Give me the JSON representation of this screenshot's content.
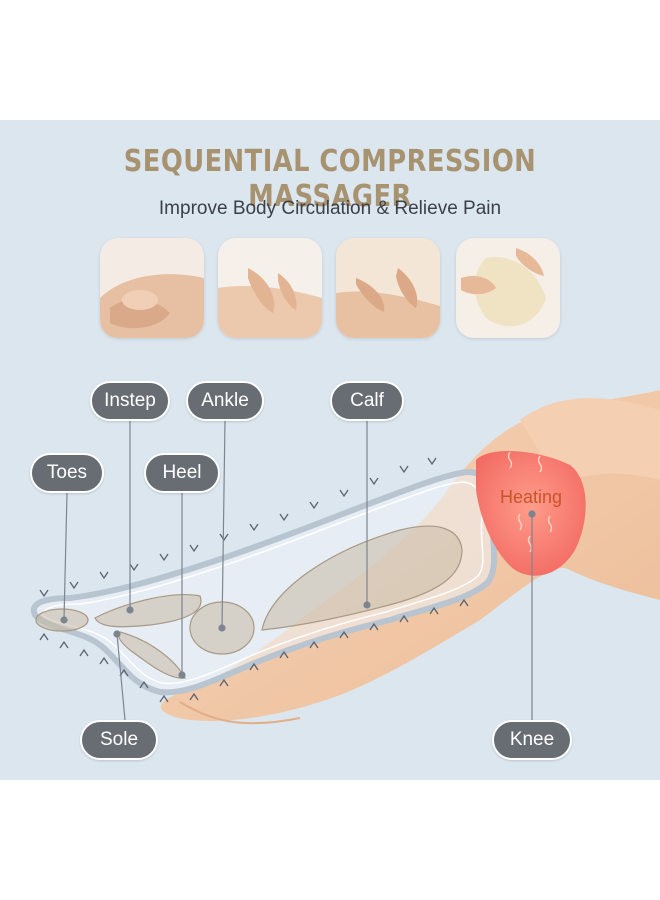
{
  "header": {
    "title": "SEQUENTIAL COMPRESSION MASSAGER",
    "subtitle": "Improve Body Circulation & Relieve Pain"
  },
  "photos": [
    {
      "icon": "foot-massage-photo"
    },
    {
      "icon": "calf-massage-photo"
    },
    {
      "icon": "leg-massage-photo"
    },
    {
      "icon": "knee-massage-photo"
    }
  ],
  "labels": {
    "toes": "Toes",
    "instep": "Instep",
    "ankle": "Ankle",
    "calf": "Calf",
    "heel": "Heel",
    "sole": "Sole",
    "knee": "Knee",
    "heating": "Heating"
  },
  "colors": {
    "title": "#a89370",
    "background": "#dbe6ef",
    "pill": "#686d73",
    "heating": "#c9542a",
    "skin": "#f2c9a8"
  }
}
